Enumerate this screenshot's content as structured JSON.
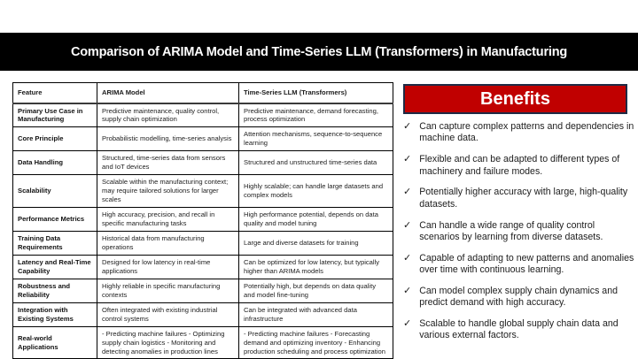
{
  "slide": {
    "title": "Comparison of ARIMA Model and Time-Series LLM (Transformers) in Manufacturing"
  },
  "table": {
    "columns": [
      "Feature",
      "ARIMA Model",
      "Time-Series LLM (Transformers)"
    ],
    "rows": [
      {
        "feature": "Primary Use Case in Manufacturing",
        "arima": "Predictive maintenance, quality control, supply chain optimization",
        "llm": "Predictive maintenance, demand forecasting, process optimization"
      },
      {
        "feature": "Core Principle",
        "arima": "Probabilistic modelling, time-series analysis",
        "llm": "Attention mechanisms, sequence-to-sequence learning"
      },
      {
        "feature": "Data Handling",
        "arima": "Structured, time-series data from sensors and IoT devices",
        "llm": "Structured and unstructured time-series data"
      },
      {
        "feature": "Scalability",
        "arima": "Scalable within the manufacturing context; may require tailored solutions for larger scales",
        "llm": "Highly scalable; can handle large datasets and complex models"
      },
      {
        "feature": "Performance Metrics",
        "arima": "High accuracy, precision, and recall in specific manufacturing tasks",
        "llm": "High performance potential, depends on data quality and model tuning"
      },
      {
        "feature": "Training Data Requirements",
        "arima": "Historical data from manufacturing operations",
        "llm": "Large and diverse datasets for training"
      },
      {
        "feature": "Latency and Real-Time Capability",
        "arima": "Designed for low latency in real-time applications",
        "llm": "Can be optimized for low latency, but typically higher than ARIMA models"
      },
      {
        "feature": "Robustness and Reliability",
        "arima": "Highly reliable in specific manufacturing contexts",
        "llm": "Potentially high, but depends on data quality and model fine-tuning"
      },
      {
        "feature": "Integration with Existing Systems",
        "arima": "Often integrated with existing industrial control systems",
        "llm": "Can be integrated with advanced data infrastructure"
      },
      {
        "feature": "Real-world Applications",
        "arima": "- Predicting machine failures - Optimizing supply chain logistics - Monitoring and detecting anomalies in production lines",
        "llm": "- Predicting machine failures - Forecasting demand and optimizing inventory - Enhancing production scheduling and process optimization"
      }
    ]
  },
  "benefits": {
    "title": "Benefits",
    "check_icon": "✓",
    "items": [
      "Can capture complex patterns and dependencies in machine data.",
      "Flexible and can be adapted to different types of machinery and failure modes.",
      "Potentially higher accuracy with large, high-quality datasets.",
      "Can handle a wide range of quality control scenarios by learning from diverse datasets.",
      "Capable of adapting to new patterns and anomalies over time with continuous learning.",
      "Can model complex supply chain dynamics and predict demand with high accuracy.",
      "Scalable to handle global supply chain data and various external factors."
    ]
  },
  "colors": {
    "title_bar_bg": "#000000",
    "title_text": "#ffffff",
    "benefits_header_bg": "#C00000",
    "benefits_header_border": "#1F2B45",
    "benefits_header_text": "#ffffff",
    "table_border": "#000000",
    "body_text": "#1A1A1A"
  }
}
